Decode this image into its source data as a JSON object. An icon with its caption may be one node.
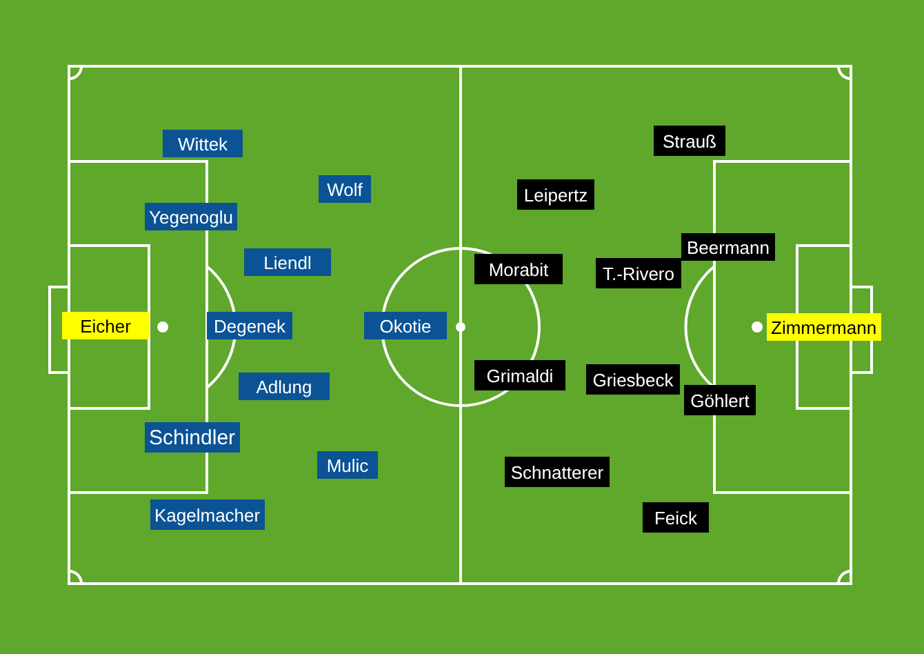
{
  "diagram": {
    "nodes": [
      {
        "text": [
          "Wittek"
        ]
      },
      {
        "text": [
          "Yegenoglu"
        ]
      },
      {
        "text": [
          "Wolf"
        ]
      },
      {
        "text": [
          "Liendl"
        ]
      },
      {
        "text": [
          "Eicher"
        ]
      },
      {
        "text": [
          "Degenek"
        ]
      },
      {
        "text": [
          "Okotie"
        ]
      },
      {
        "text": [
          "Adlung"
        ]
      },
      {
        "text": [
          "Schindler"
        ]
      },
      {
        "text": [
          "Mulic"
        ]
      },
      {
        "text": [
          "Kagelmacher"
        ]
      },
      {
        "text": [
          "Strauß"
        ]
      },
      {
        "text": [
          "Leipertz"
        ]
      },
      {
        "text": [
          "Beermann"
        ]
      },
      {
        "text": [
          "Morabit"
        ]
      },
      {
        "text": [
          "T.-Rivero"
        ]
      },
      {
        "text": [
          "Zimmermann"
        ]
      },
      {
        "text": [
          "Grimaldi"
        ]
      },
      {
        "text": [
          "Griesbeck"
        ]
      },
      {
        "text": [
          "Göhlert"
        ]
      },
      {
        "text": [
          "Schnatterer"
        ]
      },
      {
        "text": [
          "Feick"
        ]
      }
    ]
  }
}
